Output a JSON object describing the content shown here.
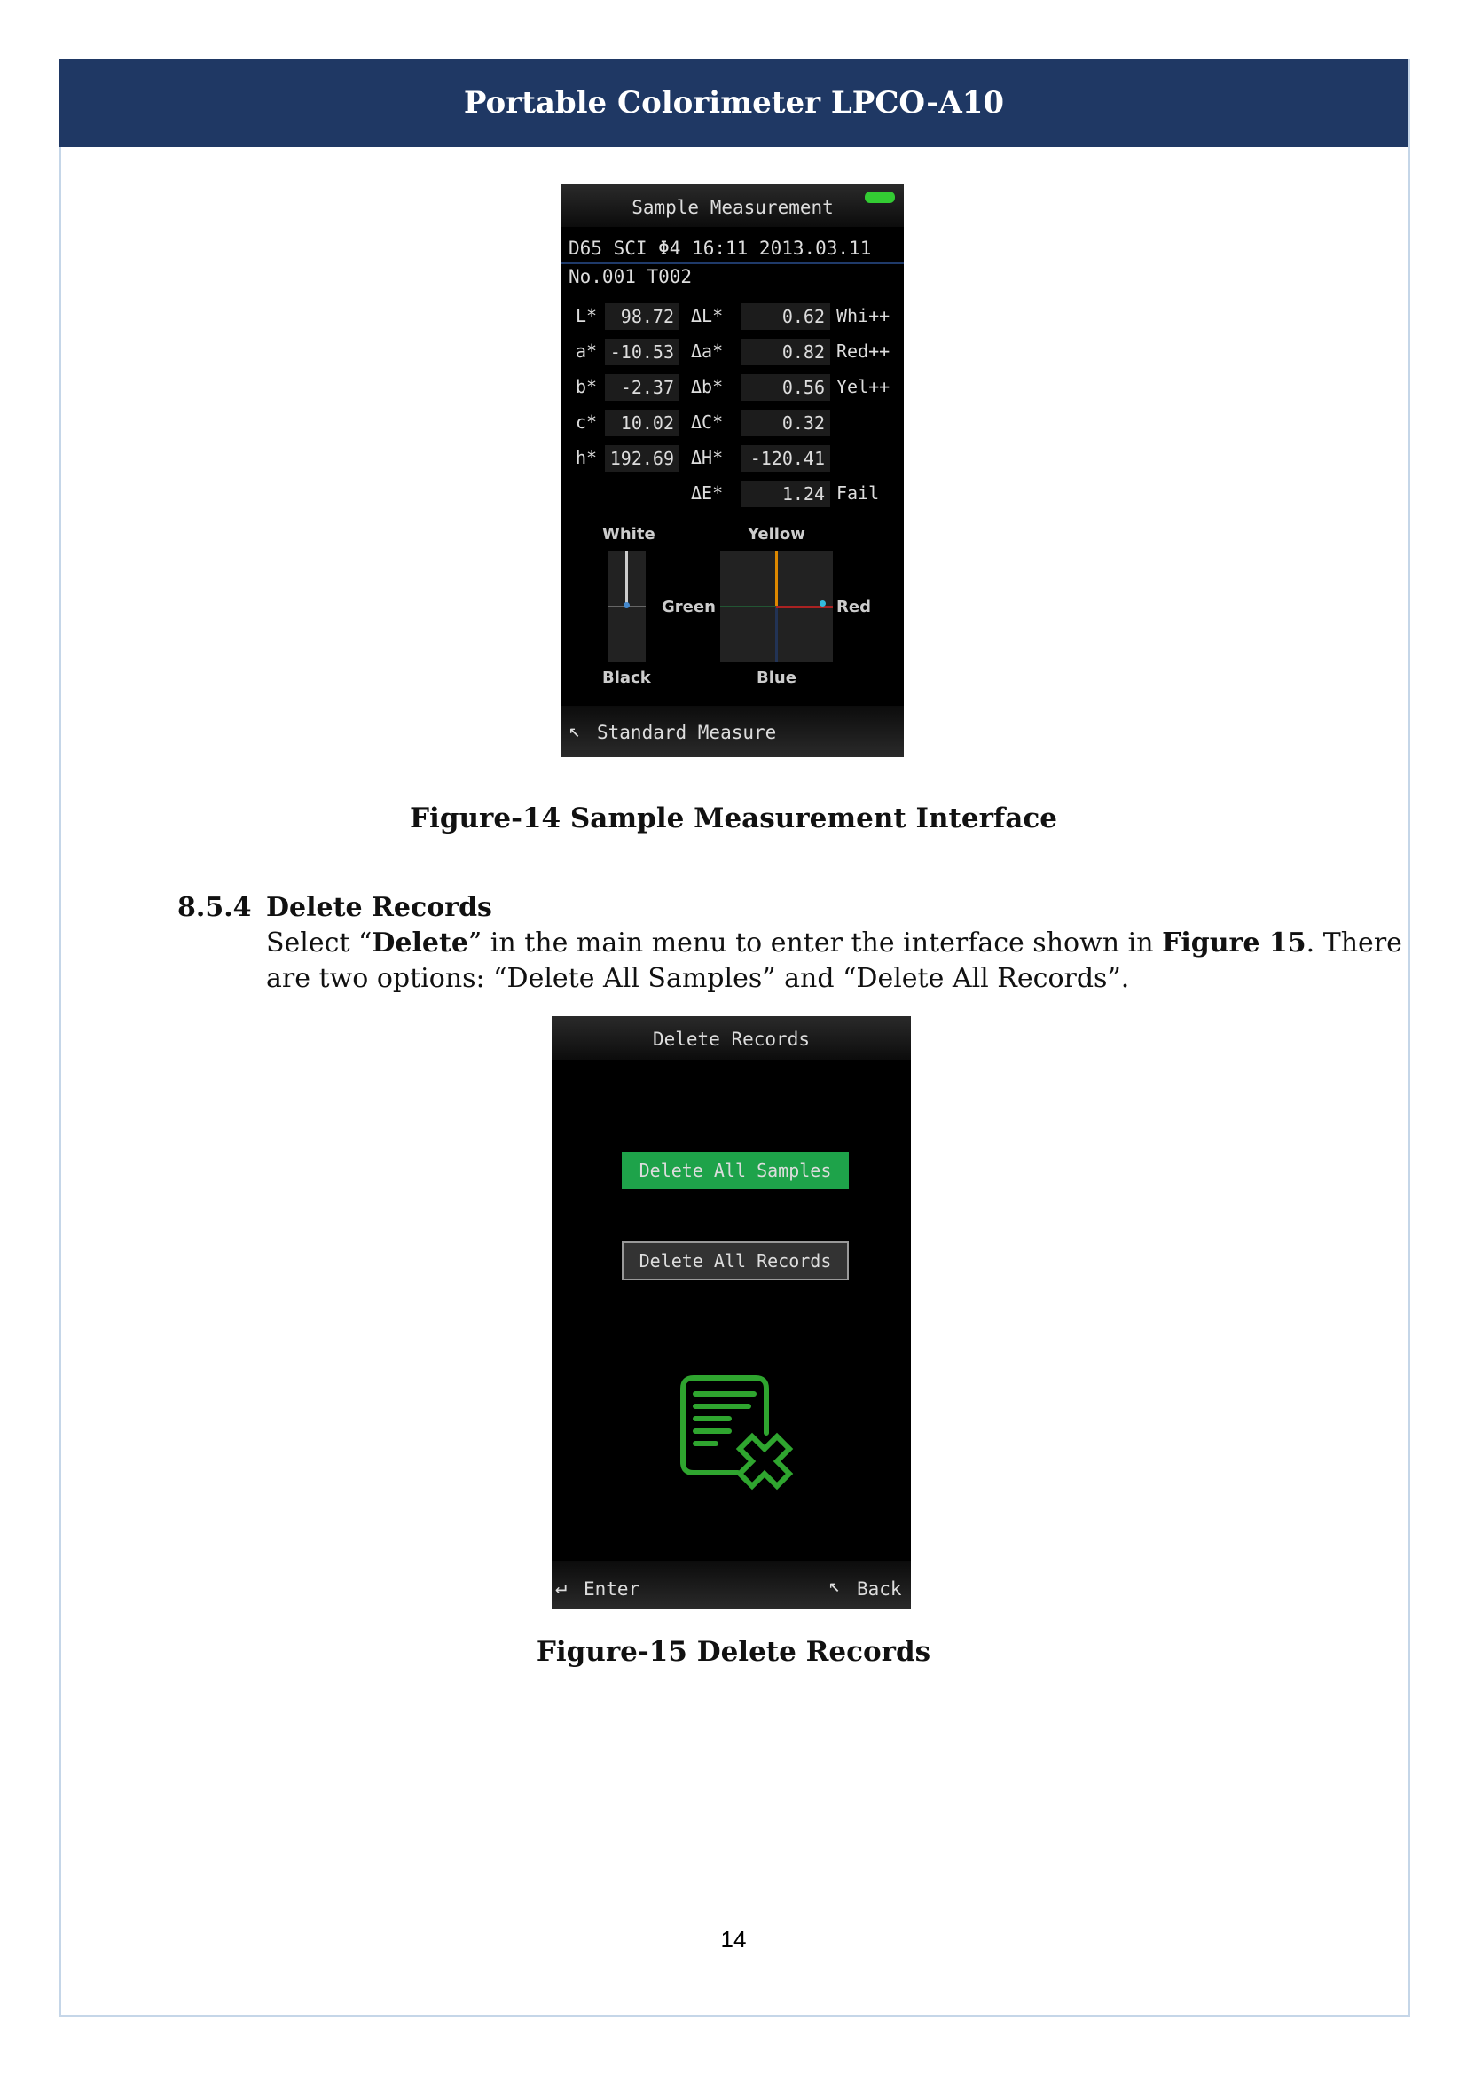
{
  "header": {
    "title": "Portable Colorimeter LPCO-A10"
  },
  "fig14": {
    "title": "Sample Measurement",
    "info": "D65 SCI  Φ4  16:11 2013.03.11",
    "number": "No.001 T002",
    "rows": [
      {
        "label": "L*",
        "value": "98.72",
        "dlabel": "ΔL*",
        "dvalue": "0.62",
        "note": "Whi++"
      },
      {
        "label": "a*",
        "value": "-10.53",
        "dlabel": "Δa*",
        "dvalue": "0.82",
        "note": "Red++"
      },
      {
        "label": "b*",
        "value": "-2.37",
        "dlabel": "Δb*",
        "dvalue": "0.56",
        "note": "Yel++"
      },
      {
        "label": "c*",
        "value": "10.02",
        "dlabel": "ΔC*",
        "dvalue": "0.32",
        "note": ""
      },
      {
        "label": "h*",
        "value": "192.69",
        "dlabel": "ΔH*",
        "dvalue": "-120.41",
        "note": ""
      },
      {
        "label": "",
        "value": "",
        "dlabel": "ΔE*",
        "dvalue": "1.24",
        "note": "Fail"
      }
    ],
    "white": "White",
    "black": "Black",
    "yellow": "Yellow",
    "blue": "Blue",
    "green": "Green",
    "red": "Red",
    "footer": "Standard Measure",
    "caption": "Figure-14 Sample Measurement Interface"
  },
  "section": {
    "number": "8.5.4",
    "title": "Delete Records",
    "p1a": "Select “",
    "p1b": "Delete",
    "p1c": "” in the main menu to enter the interface shown in ",
    "p1d": "Figure 15",
    "p1e": ".  There",
    "p2": "are two options: “Delete All Samples” and “Delete All Records”."
  },
  "fig15": {
    "title": "Delete Records",
    "option1": "Delete All Samples",
    "option2": "Delete All Records",
    "enter": "Enter",
    "back": "Back",
    "caption": "Figure-15 Delete Records"
  },
  "page_number": "14"
}
